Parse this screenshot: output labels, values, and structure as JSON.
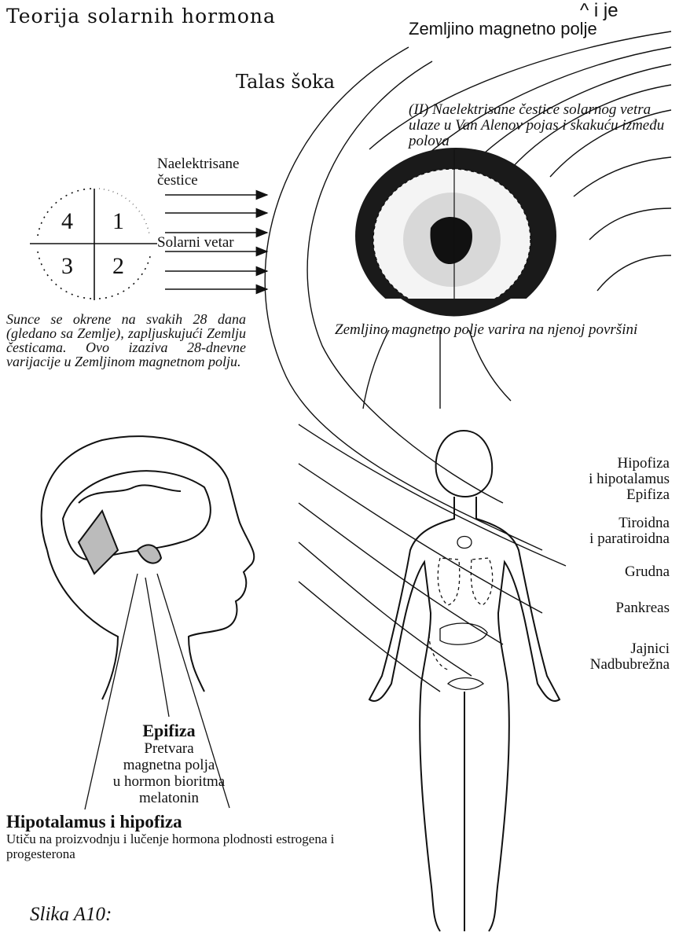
{
  "title": "Teorija solarnih hormona",
  "top_fragment": "^ i je",
  "magnetic_field_label": "Zemljino magnetno polje",
  "shock_wave_label": "Talas šoka",
  "charged_particles_label": "Naelektrisane\nčestice",
  "solar_wind_label": "Solarni vetar",
  "van_allen_note": "(II) Naelektrisane čestice solarnog vetra ulaze u Van Alenov pojas i skakuću između polova",
  "sun_quadrants": [
    "4",
    "1",
    "3",
    "2"
  ],
  "sun_note": "Sunce se okrene na svakih 28 dana (gledano sa Zemlje), zapljuskujući Zemlju česticama. Ovo izaziva 28-dnevne varijacije u Zemljinom magnetnom polju.",
  "field_variation_label": "Zemljino magnetno polje varira na njenoj površini",
  "glands": [
    "Hipofiza\ni hipotalamus\nEpifiza",
    "Tiroidna\ni paratiroidna",
    "Grudna",
    "Pankreas",
    "Jajnici\nNadbubrežna"
  ],
  "epiphysis_title": "Epifiza",
  "epiphysis_desc": "Pretvara\nmagnetna polja\nu hormon bioritma\nmelatonin",
  "hypothalamus_title": "Hipotalamus i hipofiza",
  "hypothalamus_desc": "Utiču na proizvodnju i lučenje hormona plodnosti estrogena i progesterona",
  "caption": "Slika A10:"
}
